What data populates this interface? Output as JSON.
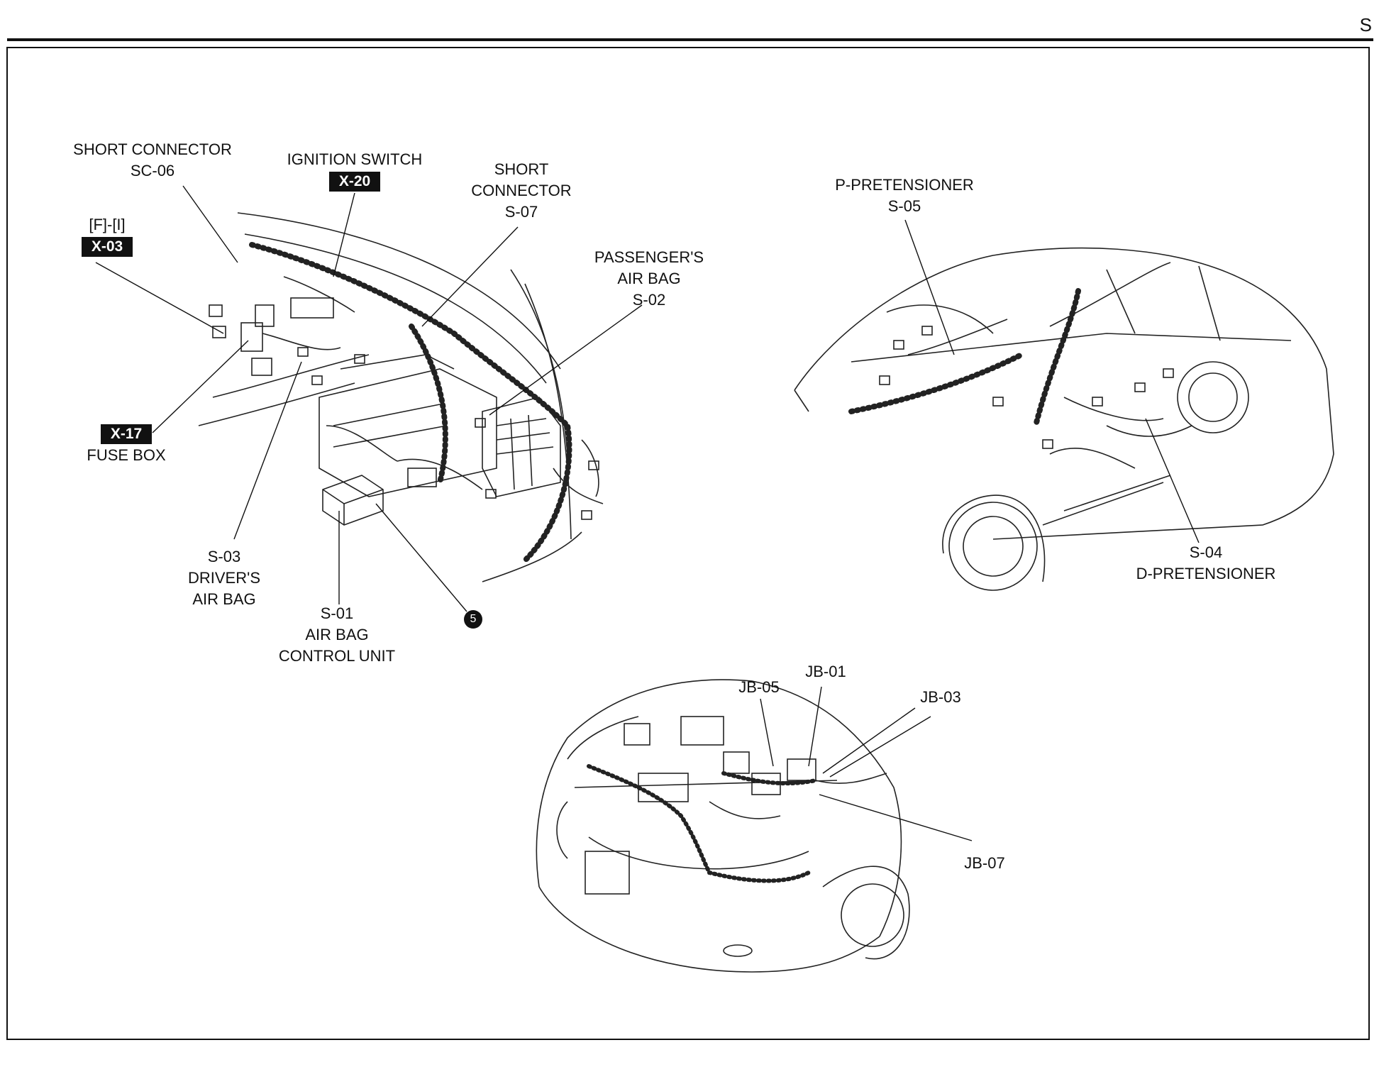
{
  "header": {
    "section": "S"
  },
  "labels": {
    "sc06": {
      "line1": "SHORT CONNECTOR",
      "line2": "SC-06"
    },
    "ignition": {
      "name": "IGNITION SWITCH",
      "code": "X-20"
    },
    "x03": {
      "line1": "[F]-[I]",
      "code": "X-03"
    },
    "s07": {
      "line1": "SHORT",
      "line2": "CONNECTOR",
      "line3": "S-07"
    },
    "s02": {
      "line1": "PASSENGER'S",
      "line2": "AIR BAG",
      "line3": "S-02"
    },
    "x17": {
      "code": "X-17",
      "name": "FUSE BOX"
    },
    "s03": {
      "line1": "S-03",
      "line2": "DRIVER'S",
      "line3": "AIR BAG"
    },
    "s01": {
      "line1": "S-01",
      "line2": "AIR BAG",
      "line3": "CONTROL UNIT"
    },
    "ground": {
      "number": "5"
    },
    "s05": {
      "line1": "P-PRETENSIONER",
      "line2": "S-05"
    },
    "s04": {
      "line1": "S-04",
      "line2": "D-PRETENSIONER"
    },
    "jb05": {
      "text": "JB-05"
    },
    "jb01": {
      "text": "JB-01"
    },
    "jb03": {
      "text": "JB-03"
    },
    "jb07": {
      "text": "JB-07"
    }
  }
}
